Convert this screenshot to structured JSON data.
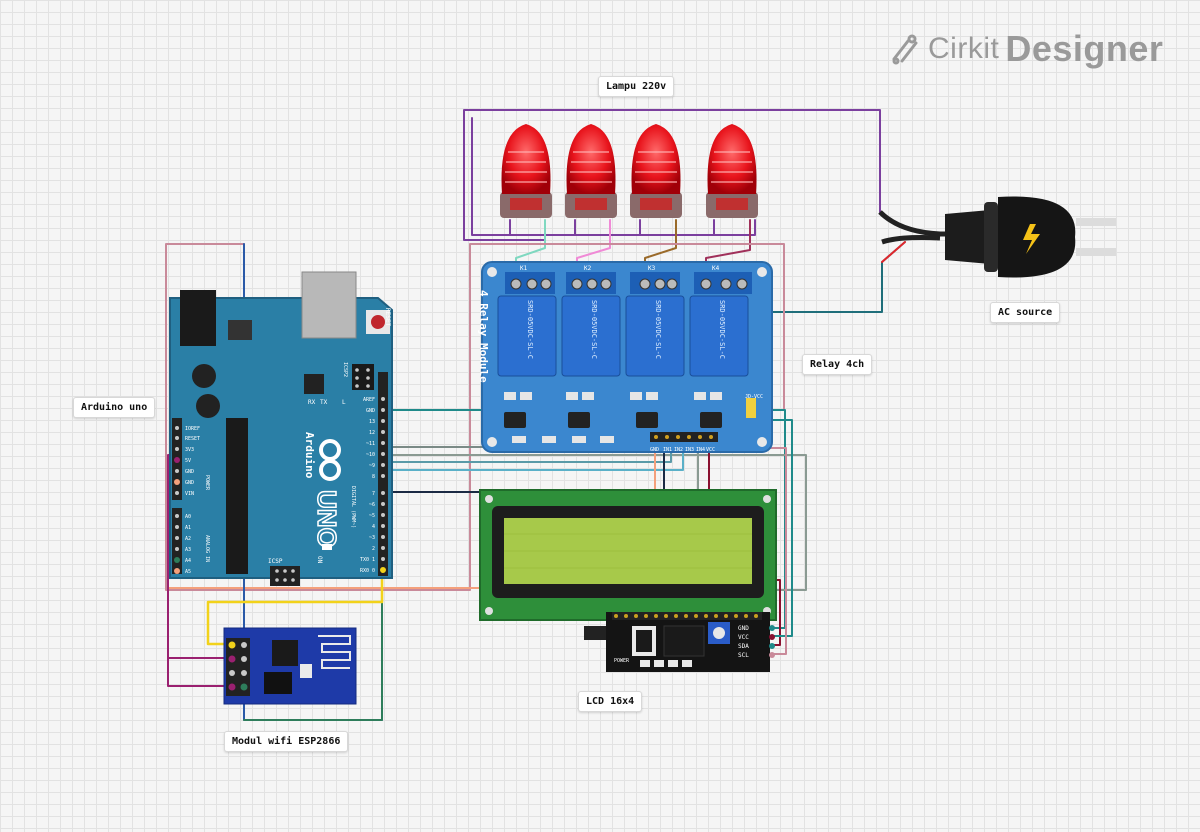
{
  "brand": {
    "name_light": "Cirkit",
    "name_bold": "Designer",
    "icon": "cirkit-logo-icon"
  },
  "labels": {
    "lamps": "Lampu 220v",
    "ac_source": "AC source",
    "relay": "Relay 4ch",
    "arduino": "Arduino uno",
    "lcd": "LCD 16x4",
    "wifi": "Modul wifi ESP2866"
  },
  "relay_module": {
    "title": "4 Relay Module",
    "relay_text": "SRD-05VDC-SL-C",
    "channels": [
      "K1",
      "K2",
      "K3",
      "K4"
    ],
    "pins": [
      "GND",
      "IN1",
      "IN2",
      "IN3",
      "IN4",
      "VCC"
    ],
    "jd": "JD-VCC"
  },
  "arduino_board": {
    "name": "UNO",
    "brand": "Arduino",
    "reset": "RESET",
    "icsp": "ICSP",
    "icsp2": "ICSP2",
    "on": "ON",
    "tx": "TX",
    "rx": "RX",
    "l": "L",
    "power_pins": [
      "IOREF",
      "RESET",
      "3V3",
      "5V",
      "GND",
      "GND",
      "VIN"
    ],
    "power_title": "POWER",
    "analog_pins": [
      "A0",
      "A1",
      "A2",
      "A3",
      "A4",
      "A5"
    ],
    "analog_title": "ANALOG IN",
    "digital_pins": [
      "AREF",
      "GND",
      "13",
      "12",
      "~11",
      "~10",
      "~9",
      "8",
      "7",
      "~6",
      "~5",
      "4",
      "~3",
      "2",
      "TX0 1",
      "RX0 0"
    ],
    "digital_title": "DIGITAL (PWM~)"
  },
  "i2c_backpack": {
    "pins": [
      "GND",
      "VCC",
      "SDA",
      "SCL"
    ],
    "power": "POWER"
  },
  "colors": {
    "wire_purple": "#7b3f9e",
    "wire_teal": "#1f6e7a",
    "wire_red": "#e0262c",
    "wire_pink": "#c98a9a",
    "wire_salmon": "#f4a07c",
    "wire_blue": "#2b5aa8",
    "wire_yellow": "#f2d21a",
    "wire_darkgreen": "#2e7d5b",
    "wire_navy": "#1b2a44",
    "wire_gray": "#8a9a92",
    "arduino_blue": "#2a7fa6",
    "relay_blue": "#3b87cf",
    "lcd_green": "#a7c94a",
    "lamp_red": "#e8141c"
  }
}
